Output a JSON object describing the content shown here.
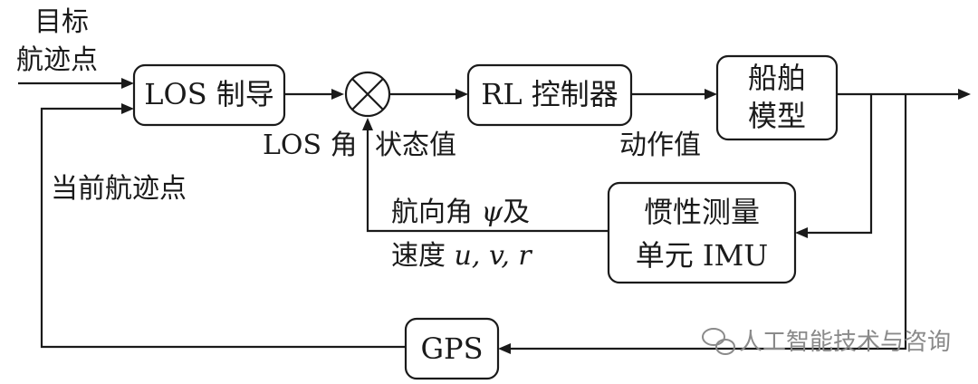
{
  "blocks": {
    "los": "LOS 制导",
    "rl": "RL 控制器",
    "ship_line1": "船舶",
    "ship_line2": "模型",
    "imu_line1": "惯性测量",
    "imu_line2": "单元 IMU",
    "gps": "GPS"
  },
  "labels": {
    "target_line1": "目标",
    "target_line2": "航迹点",
    "los_angle": "LOS 角",
    "state_value": "状态值",
    "action_value": "动作值",
    "current_waypoint": "当前航迹点",
    "heading_prefix": "航向角 ",
    "heading_psi": "ψ",
    "heading_suffix": "及",
    "speed_prefix": "速度 ",
    "speed_vars": "u, v, r"
  },
  "watermark": "人工智能技术与咨询",
  "colors": {
    "line": "#1a1a1a",
    "watermark": "#8a8a8a"
  }
}
